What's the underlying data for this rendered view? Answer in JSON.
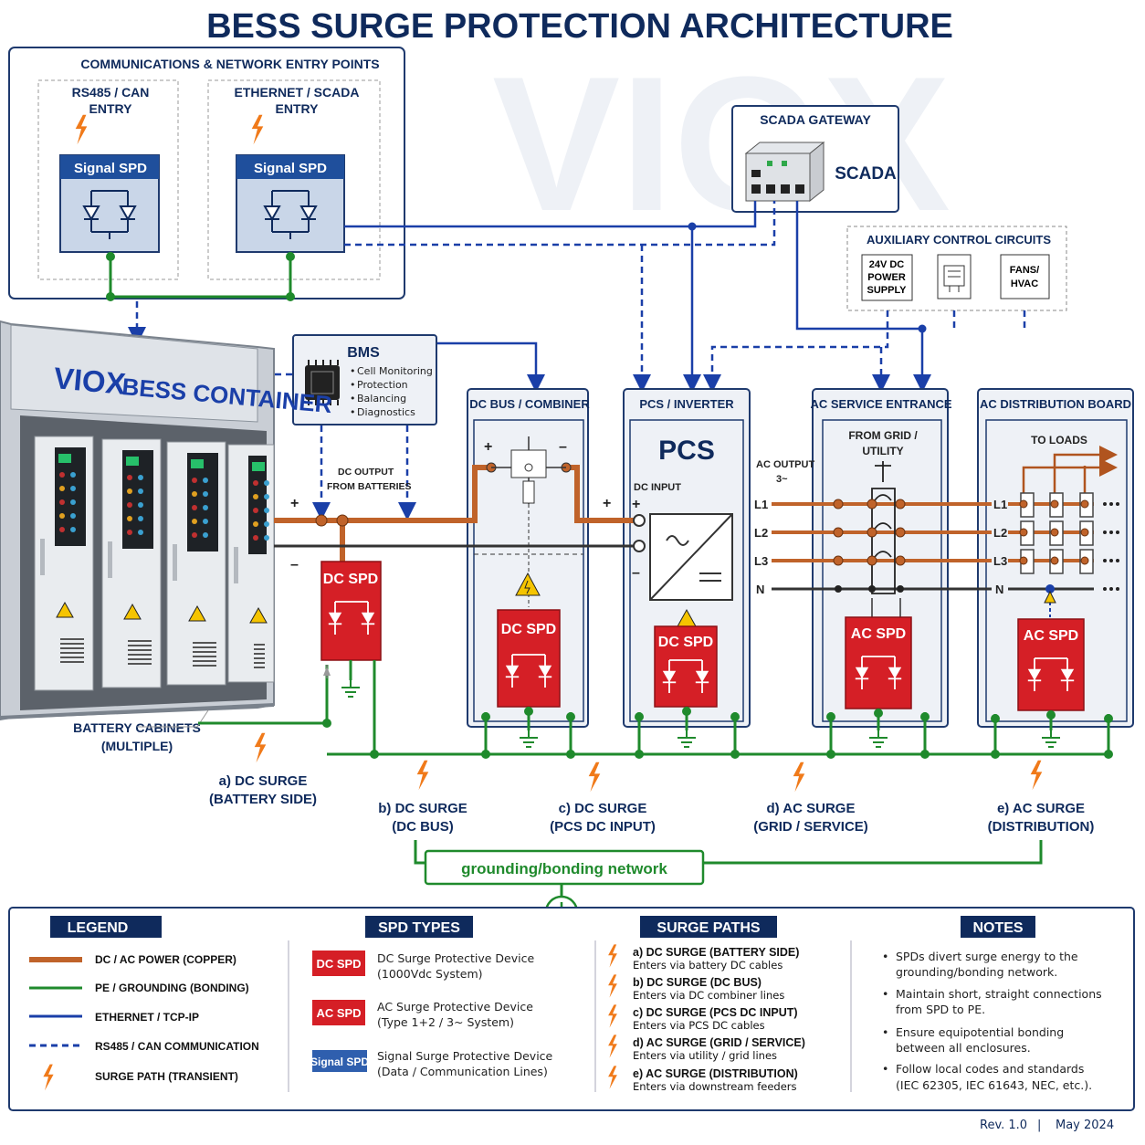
{
  "title": "BESS SURGE PROTECTION ARCHITECTURE",
  "watermark": "VIOX",
  "comms": {
    "title": "COMMUNICATIONS & NETWORK ENTRY POINTS",
    "rs485_title_1": "RS485 / CAN",
    "rs485_title_2": "ENTRY",
    "eth_title_1": "ETHERNET / SCADA",
    "eth_title_2": "ENTRY",
    "signal_spd": "Signal SPD"
  },
  "scada": {
    "title": "SCADA GATEWAY",
    "label": "SCADA"
  },
  "aux": {
    "title": "AUXILIARY CONTROL CIRCUITS",
    "psu_1": "24V DC",
    "psu_2": "POWER",
    "psu_3": "SUPPLY",
    "fans_1": "FANS/",
    "fans_2": "HVAC"
  },
  "bms": {
    "title": "BMS",
    "items": [
      "Cell Monitoring",
      "Protection",
      "Balancing",
      "Diagnostics"
    ]
  },
  "container": {
    "brand": "VIOX",
    "label": "BESS CONTAINER",
    "cabinets_1": "BATTERY CABINETS",
    "cabinets_2": "(MULTIPLE)"
  },
  "dc_output_1": "DC OUTPUT",
  "dc_output_2": "FROM BATTERIES",
  "plus": "+",
  "minus": "–",
  "dc_bus": {
    "title": "DC BUS / COMBINER"
  },
  "pcs": {
    "title": "PCS / INVERTER",
    "label": "PCS",
    "dc_input": "DC INPUT",
    "ac_output_1": "AC OUTPUT",
    "ac_output_2": "3~"
  },
  "ac_service": {
    "title": "AC SERVICE ENTRANCE",
    "from_1": "FROM GRID /",
    "from_2": "UTILITY"
  },
  "ac_dist": {
    "title": "AC DISTRIBUTION BOARD",
    "to_loads": "TO LOADS"
  },
  "phases": [
    "L1",
    "L2",
    "L3",
    "N"
  ],
  "spd_dc": "DC SPD",
  "spd_ac": "AC SPD",
  "surges": {
    "a_1": "a) DC SURGE",
    "a_2": "(BATTERY SIDE)",
    "b_1": "b) DC SURGE",
    "b_2": "(DC BUS)",
    "c_1": "c) DC SURGE",
    "c_2": "(PCS DC INPUT)",
    "d_1": "d) AC SURGE",
    "d_2": "(GRID / SERVICE)",
    "e_1": "e) AC SURGE",
    "e_2": "(DISTRIBUTION)"
  },
  "grounding": "grounding/bonding network",
  "legend": {
    "title": "LEGEND",
    "items": [
      "DC / AC POWER (COPPER)",
      "PE / GROUNDING (BONDING)",
      "ETHERNET / TCP-IP",
      "RS485 / CAN COMMUNICATION",
      "SURGE PATH (TRANSIENT)"
    ]
  },
  "spd_types": {
    "title": "SPD TYPES",
    "dc_badge": "DC SPD",
    "dc_1": "DC Surge Protective Device",
    "dc_2": "(1000Vdc System)",
    "ac_badge": "AC SPD",
    "ac_1": "AC Surge Protective Device",
    "ac_2": "(Type 1+2 / 3~ System)",
    "sig_badge": "Signal SPD",
    "sig_1": "Signal Surge Protective Device",
    "sig_2": "(Data / Communication Lines)"
  },
  "surge_paths": {
    "title": "SURGE PATHS",
    "items": [
      {
        "h": "a) DC SURGE (BATTERY SIDE)",
        "d": "Enters via battery DC cables"
      },
      {
        "h": "b) DC SURGE (DC BUS)",
        "d": "Enters via DC combiner lines"
      },
      {
        "h": "c) DC SURGE (PCS DC INPUT)",
        "d": "Enters via PCS DC cables"
      },
      {
        "h": "d) AC SURGE (GRID / SERVICE)",
        "d": "Enters via utility / grid lines"
      },
      {
        "h": "e) AC SURGE (DISTRIBUTION)",
        "d": "Enters via downstream feeders"
      }
    ]
  },
  "notes": {
    "title": "NOTES",
    "n1_1": "SPDs divert surge energy to the",
    "n1_2": "grounding/bonding network.",
    "n2_1": "Maintain short, straight connections",
    "n2_2": "from SPD to PE.",
    "n3_1": "Ensure equipotential bonding",
    "n3_2": "between all enclosures.",
    "n4_1": "Follow local codes and standards",
    "n4_2": "(IEC 62305, IEC 61643, NEC, etc.)."
  },
  "footer": {
    "rev": "Rev. 1.0",
    "sep": "|",
    "date": "May 2024"
  },
  "colors": {
    "copper": "#c0632a",
    "ground": "#1f8a2c",
    "comm": "#1a3fa8",
    "spd_red": "#d51f26",
    "navy": "#0f2a5c",
    "surge": "#f07a1a"
  }
}
